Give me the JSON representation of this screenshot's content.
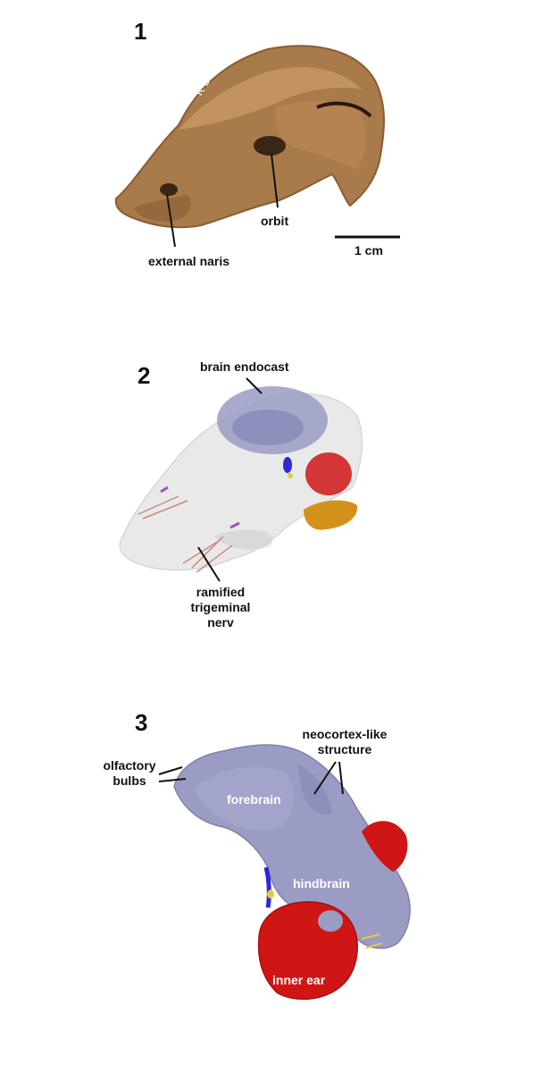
{
  "panels": [
    {
      "number": "1",
      "labels": {
        "external_naris": "external naris",
        "orbit": "orbit",
        "scale": "1 cm"
      }
    },
    {
      "number": "2",
      "labels": {
        "brain_endocast": "brain endocast",
        "ramified_line1": "ramified",
        "ramified_line2": "trigeminal",
        "ramified_line3": "nerv"
      }
    },
    {
      "number": "3",
      "labels": {
        "olfactory_line1": "olfactory",
        "olfactory_line2": "bulbs",
        "neocortex_line1": "neocortex-like",
        "neocortex_line2": "structure",
        "forebrain": "forebrain",
        "hindbrain": "hindbrain",
        "inner_ear": "inner ear"
      }
    }
  ],
  "colors": {
    "skull_brown": "#a97a4a",
    "endocast_lavender": "#9a9cc4",
    "inner_ear_red": "#d01515",
    "nerve_blue": "#2a2ad6",
    "nerve_yellow": "#e8c840",
    "ear_orange": "#d4911a",
    "trigeminal_pink": "#c98b7a",
    "translucent_skull": "#d8d8d8"
  }
}
